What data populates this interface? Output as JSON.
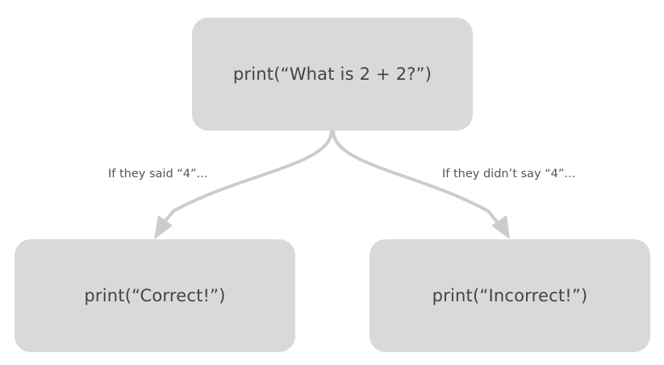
{
  "diagram": {
    "nodes": {
      "top": {
        "text": "print(“What is 2 + 2?”)"
      },
      "left": {
        "text": "print(“Correct!”)"
      },
      "right": {
        "text": "print(“Incorrect!”)"
      }
    },
    "edges": {
      "to_left": {
        "label": "If they said “4”..."
      },
      "to_right": {
        "label": "If they didn’t say “4”..."
      }
    }
  },
  "colors": {
    "node_fill": "#d9d9d9",
    "connector": "#cccccc",
    "text": "#444444"
  }
}
